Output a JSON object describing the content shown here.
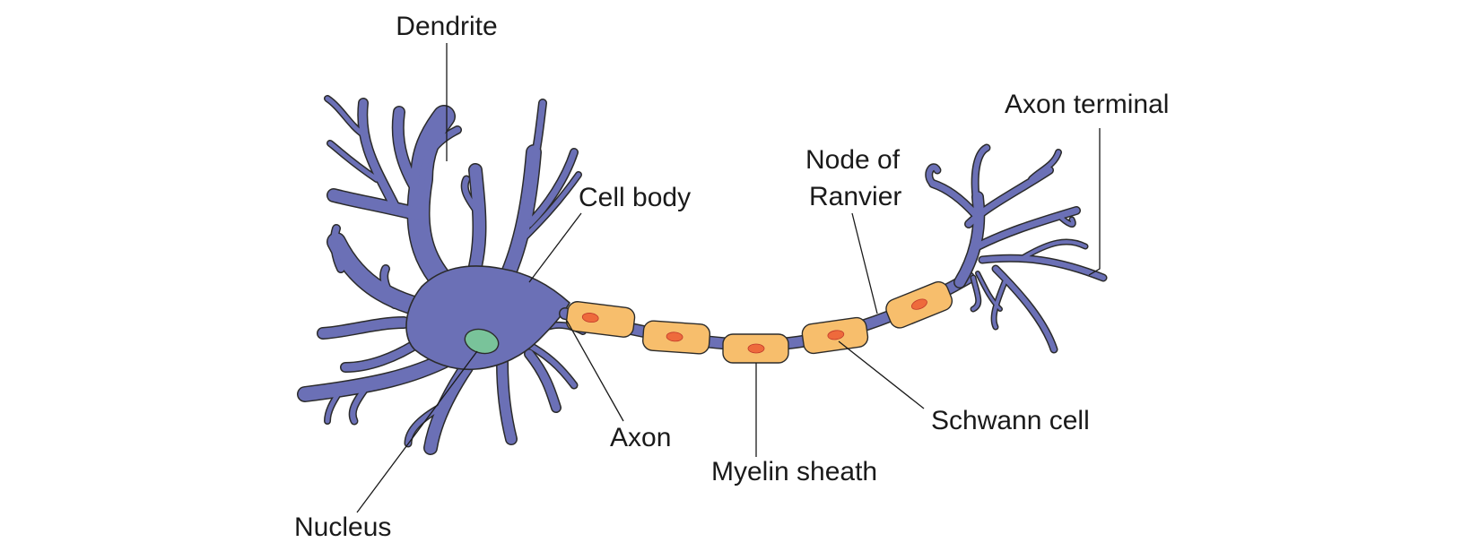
{
  "colors": {
    "neuron": "#6b70b6",
    "myelin": "#f7be6c",
    "schwann_nucleus": "#ee6a3c",
    "cell_nucleus": "#79c39a",
    "outline": "#2b2b2b"
  },
  "labels": {
    "dendrite": "Dendrite",
    "cell_body": "Cell body",
    "nucleus": "Nucleus",
    "axon": "Axon",
    "myelin_sheath": "Myelin sheath",
    "node_of_ranvier_line1": "Node of",
    "node_of_ranvier_line2": "Ranvier",
    "schwann_cell": "Schwann cell",
    "axon_terminal": "Axon terminal"
  }
}
